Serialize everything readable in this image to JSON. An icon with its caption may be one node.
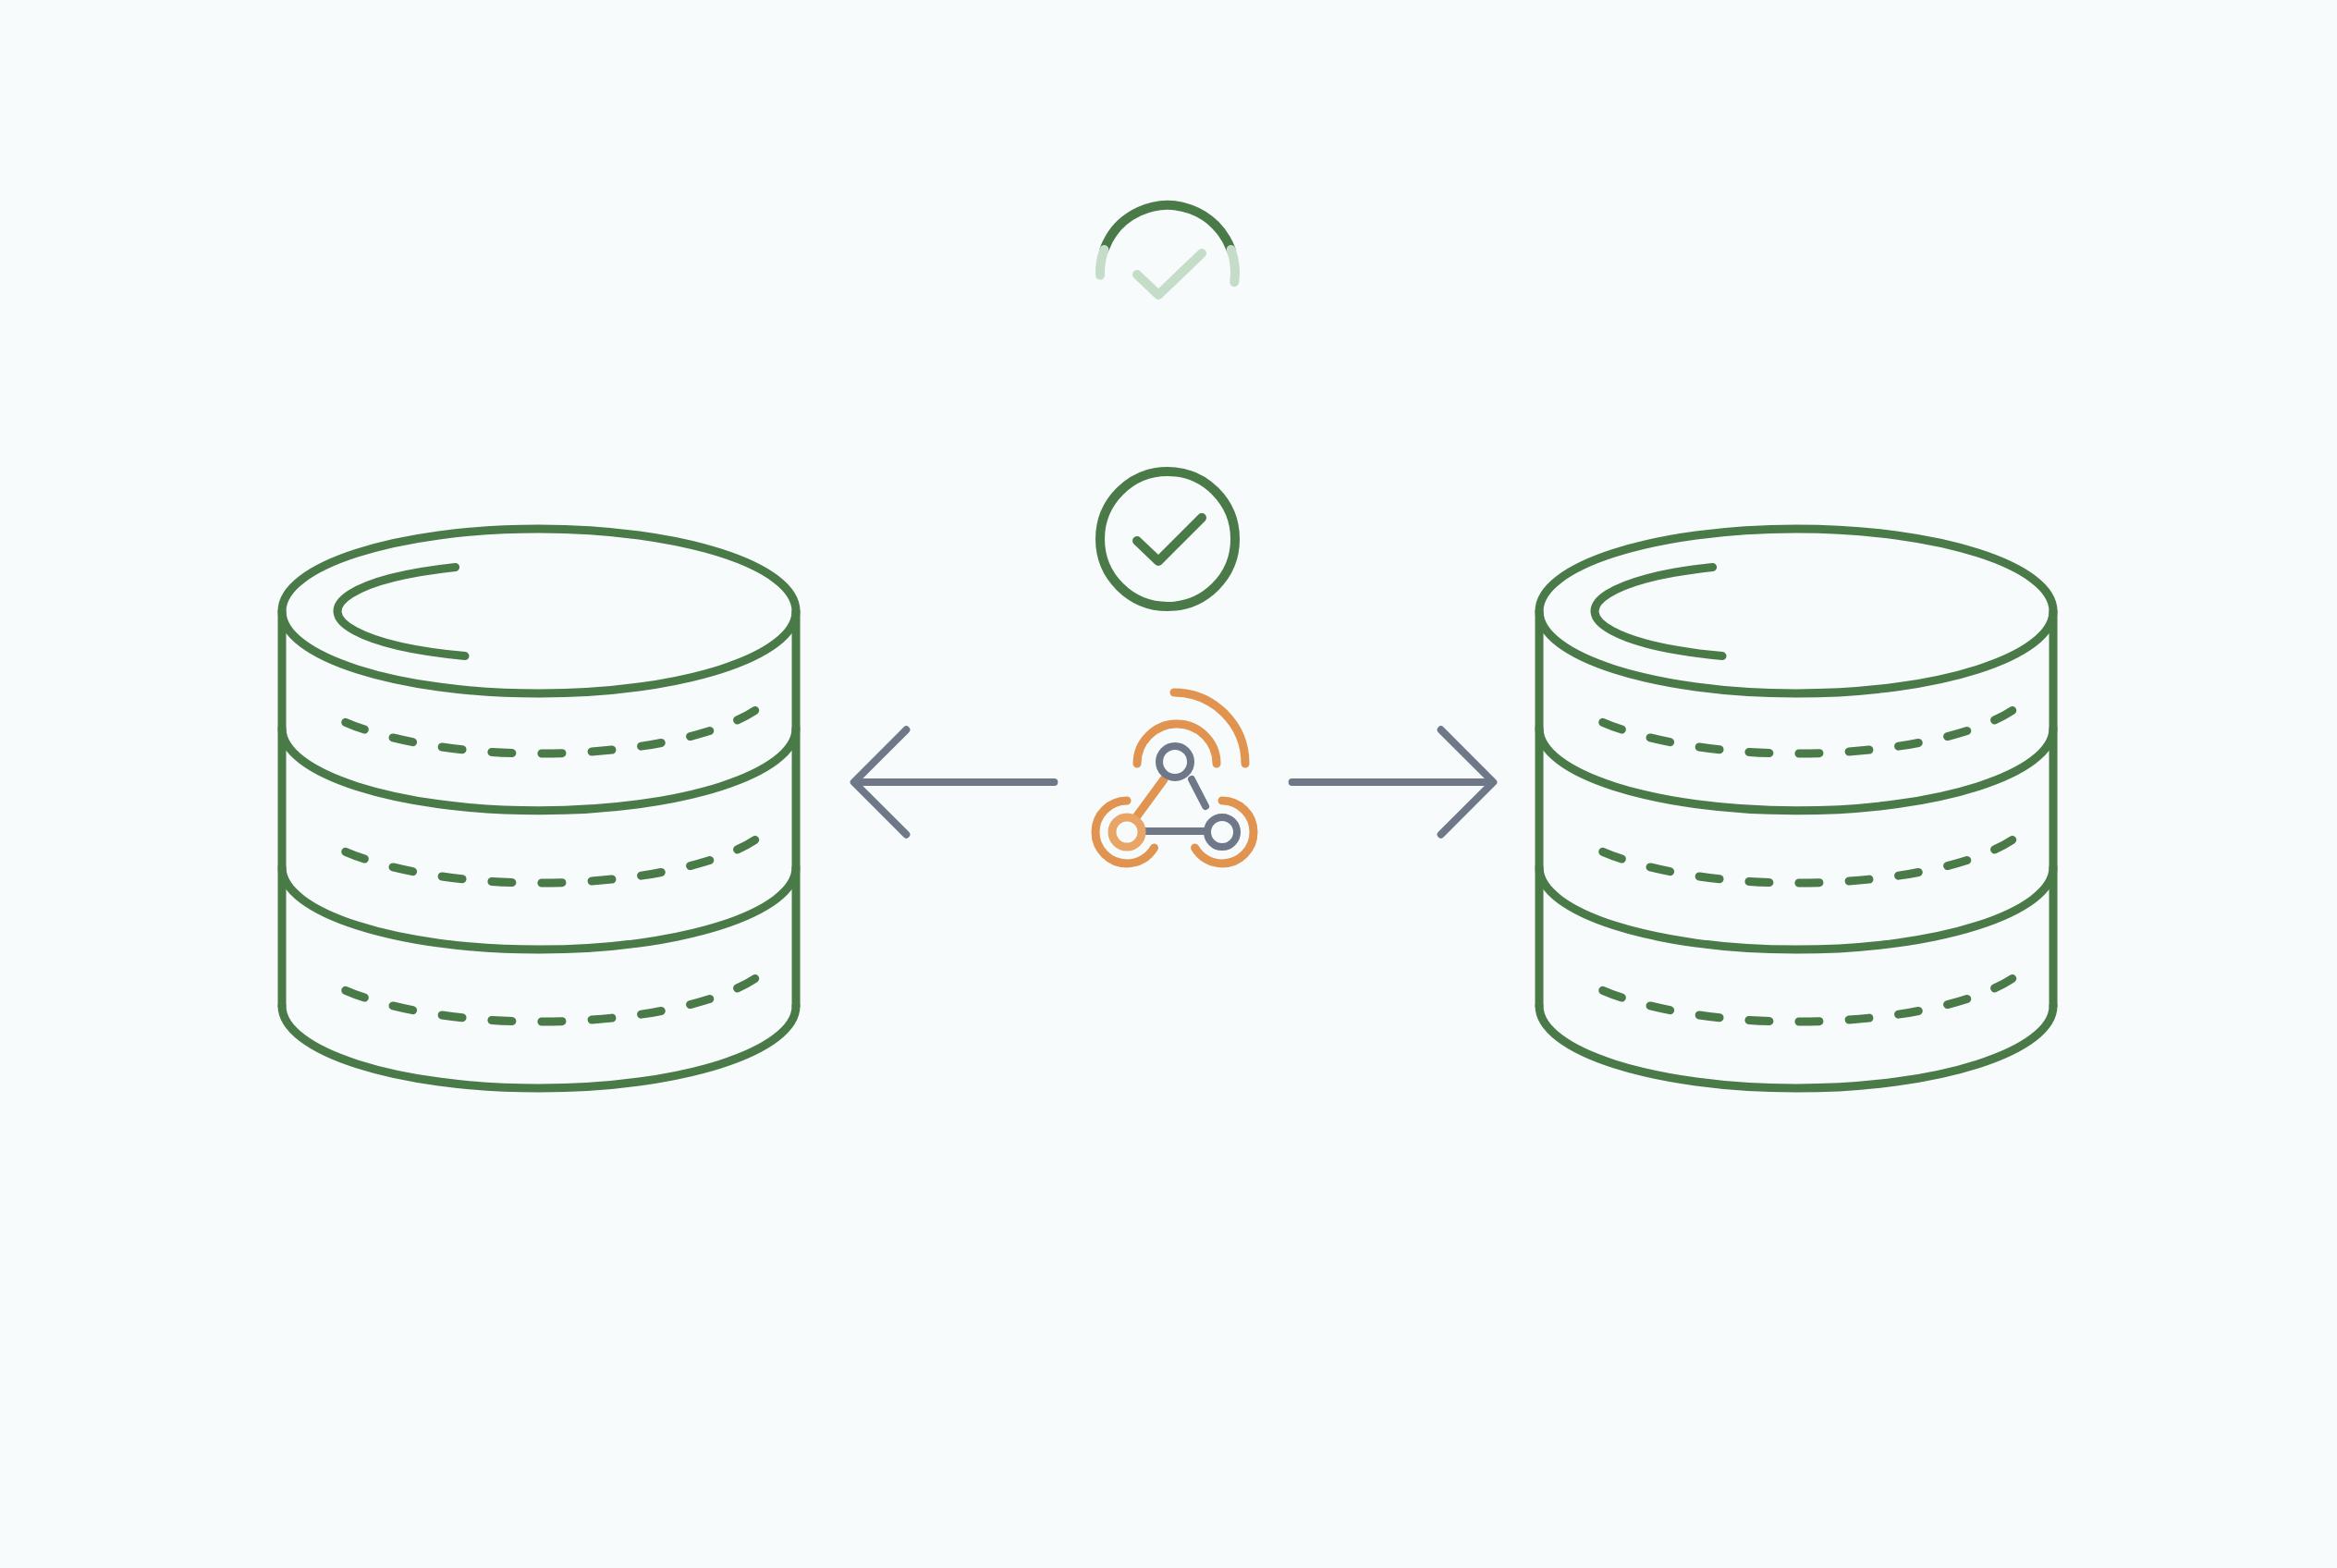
{
  "diagram": {
    "nodes": [
      {
        "text": [],
        "shape": "cylinder"
      },
      {
        "text": [],
        "shape": "picture"
      },
      {
        "text": [],
        "shape": "cylinder"
      }
    ],
    "edges": [
      {
        "from": 1,
        "to": 0,
        "arrow": "to"
      },
      {
        "from": 1,
        "to": 2,
        "arrow": "to"
      }
    ]
  }
}
